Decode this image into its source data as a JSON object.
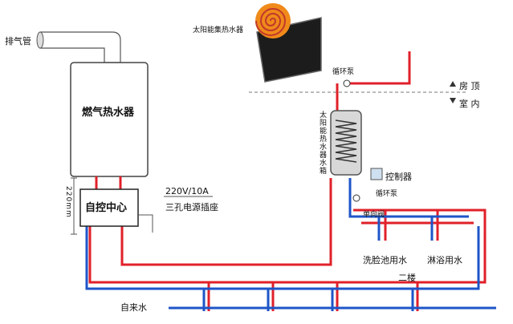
{
  "labels": {
    "exhaust_pipe": "排气管",
    "gas_heater": "燃气热水器",
    "solar_collector": "太阳能集热水器",
    "circulation_pump_roof": "循环泵",
    "roof": "房 顶",
    "indoor": "室 内",
    "solar_tank": "太阳能热水器水箱",
    "controller": "控制器",
    "circulation_pump": "循环泵",
    "check_valve": "单向阀",
    "control_center": "自控中心",
    "power_spec": "220V/10A",
    "socket": "三孔电源插座",
    "height_dim": "220mm",
    "washbasin_water": "洗脸池用水",
    "shower_water": "淋浴用水",
    "second_floor": "二楼",
    "tap_water": "自来水"
  },
  "colors": {
    "hot_pipe": "#e0202a",
    "cold_pipe": "#1e55c8",
    "panel": "#1c1c1c"
  }
}
